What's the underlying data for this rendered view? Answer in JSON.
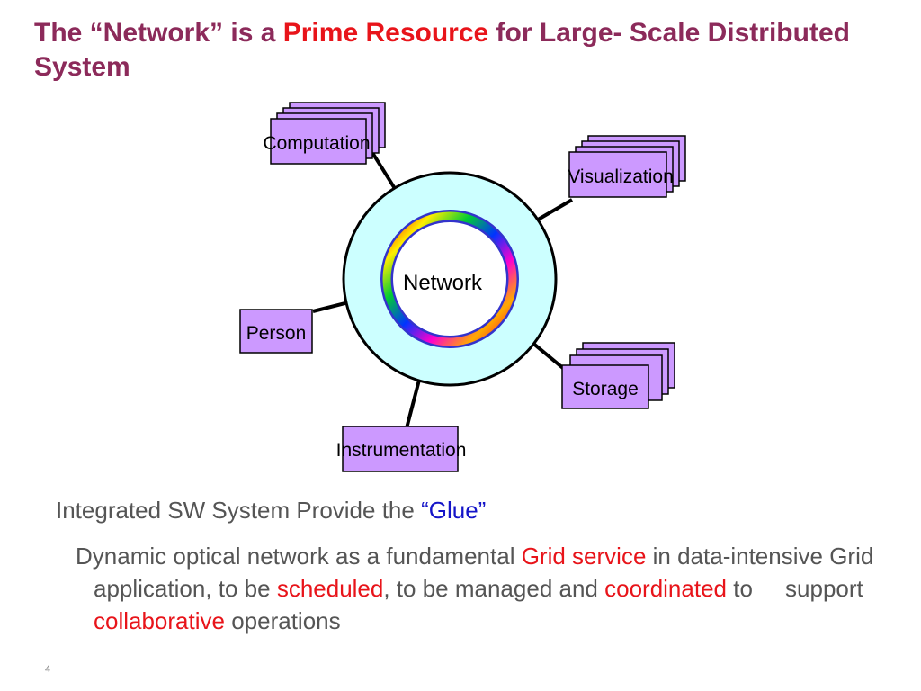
{
  "title": {
    "part1": "The “Network” is a ",
    "highlight": "Prime Resource",
    "part2": " for Large- Scale Distributed System"
  },
  "diagram": {
    "hub_label": "Network",
    "nodes": {
      "computation": "Computation",
      "visualization": "Visualization",
      "person": "Person",
      "storage": "Storage",
      "instrumentation": "Instrumentation"
    },
    "colors": {
      "box_fill": "#cc99ff",
      "outer_circle_fill": "#ccffff",
      "title": "#8c2a5a",
      "highlight": "#e8141a",
      "glue": "#1414c8"
    }
  },
  "bullets": {
    "first": {
      "text": "Integrated SW System Provide the ",
      "glue": "“Glue”"
    },
    "second": {
      "s1": "Dynamic optical network as a fundamental ",
      "r1": "Grid service",
      "s2": " in data-intensive Grid application, to be ",
      "r2": "scheduled",
      "s3": ", to be managed and ",
      "r3": "coordinated",
      "s4": " to     support ",
      "r4": "collaborative",
      "s5": " operations"
    }
  },
  "page_number": "4"
}
